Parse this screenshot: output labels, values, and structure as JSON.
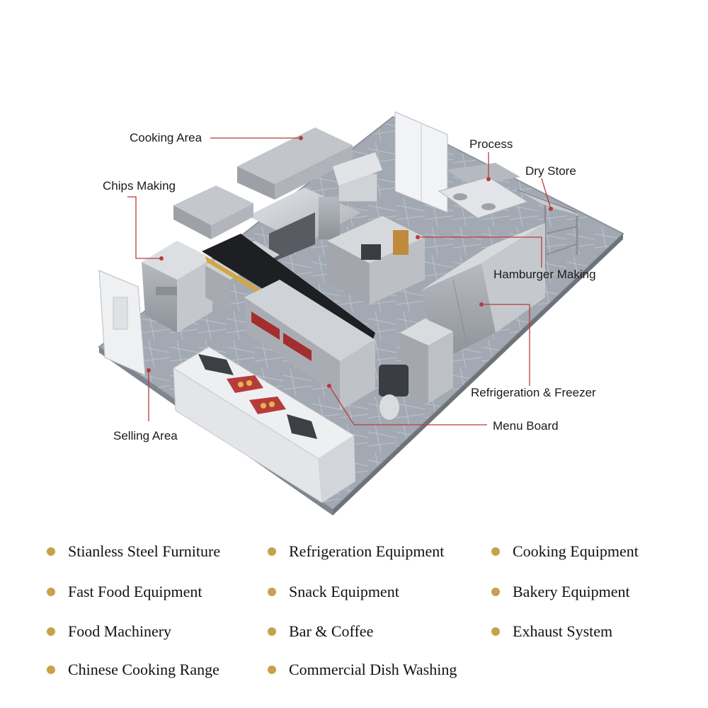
{
  "callouts": {
    "cooking_area": "Cooking Area",
    "chips_making": "Chips Making",
    "process": "Process",
    "dry_store": "Dry Store",
    "hamburger_making": "Hamburger Making",
    "refrigeration_freezer": "Refrigeration & Freezer",
    "menu_board": "Menu Board",
    "selling_area": "Selling Area"
  },
  "legend": {
    "bullet_color": "#c9a14a",
    "items": [
      "Stianless Steel Furniture",
      "Refrigeration Equipment",
      "Cooking Equipment",
      "Fast Food Equipment",
      "Snack Equipment",
      "Bakery Equipment",
      "Food Machinery",
      "Bar & Coffee",
      "Exhaust System",
      "Chinese Cooking Range",
      "Commercial Dish Washing"
    ]
  },
  "colors": {
    "leader_line": "#b83b3b",
    "floor": "#9ea4ad",
    "steel": "#c9ccd1",
    "counter_top": "#e6e8ea"
  }
}
